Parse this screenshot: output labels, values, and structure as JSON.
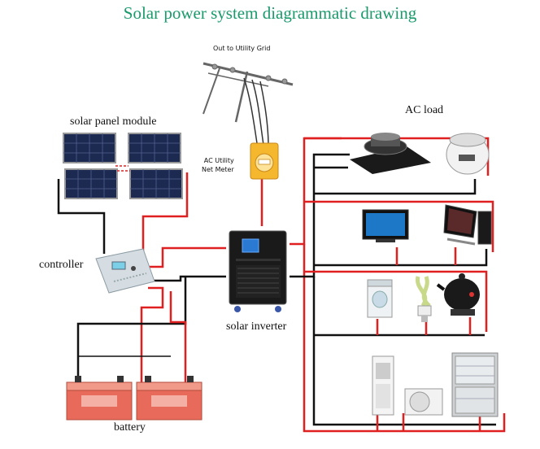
{
  "title": "Solar power system diagrammatic drawing",
  "labels": {
    "solar_panel_module": "solar panel module",
    "controller": "controller",
    "solar_inverter": "solar inverter",
    "battery": "battery",
    "ac_load": "AC load",
    "utility_grid": "Out to Utility Grid",
    "net_meter_line1": "AC Utility",
    "net_meter_line2": "Net Meter"
  },
  "colors": {
    "title": "#1a9a6b",
    "positive_wire": "#e02020",
    "negative_wire": "#111111",
    "panel": "#1c2a52",
    "battery": "#e86a5a",
    "inverter": "#1a1a1a",
    "meter": "#f4b72e"
  },
  "icons": [
    "solar-panel-icon",
    "charge-controller-icon",
    "inverter-icon",
    "battery-icon",
    "utility-pole-icon",
    "net-meter-icon",
    "induction-cooker-icon",
    "rice-cooker-icon",
    "television-icon",
    "desktop-computer-icon",
    "washing-machine-icon",
    "cfl-bulb-icon",
    "electric-kettle-icon",
    "air-conditioner-icon",
    "refrigerator-icon"
  ]
}
